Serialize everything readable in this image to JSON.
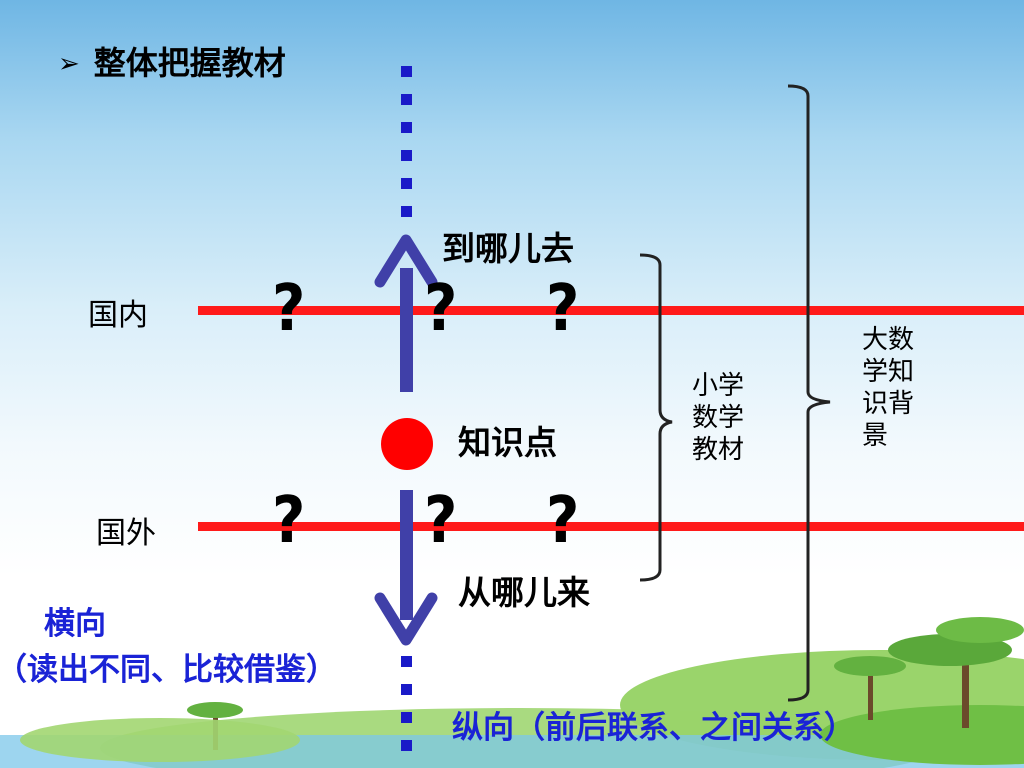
{
  "title": "整体把握教材",
  "title_marker": "➢",
  "rows": {
    "top_label": "国内",
    "bottom_label": "国外",
    "question_mark": "?"
  },
  "center": {
    "label": "知识点",
    "arrow_up_label": "到哪儿去",
    "arrow_down_label": "从哪儿来"
  },
  "bracket_small_label": "小学数学教材",
  "bracket_big_label": "大数学知识背景",
  "horizontal_note": {
    "line1": "横向",
    "line2": "（读出不同、比较借鉴）"
  },
  "vertical_note": "纵向（前后联系、之间关系）",
  "colors": {
    "red_line": "#ff1a1a",
    "arrow": "#4040a8",
    "dot": "#ff0000",
    "blue_text": "#1a23d6",
    "dotted_axis": "#1a1ac8"
  }
}
